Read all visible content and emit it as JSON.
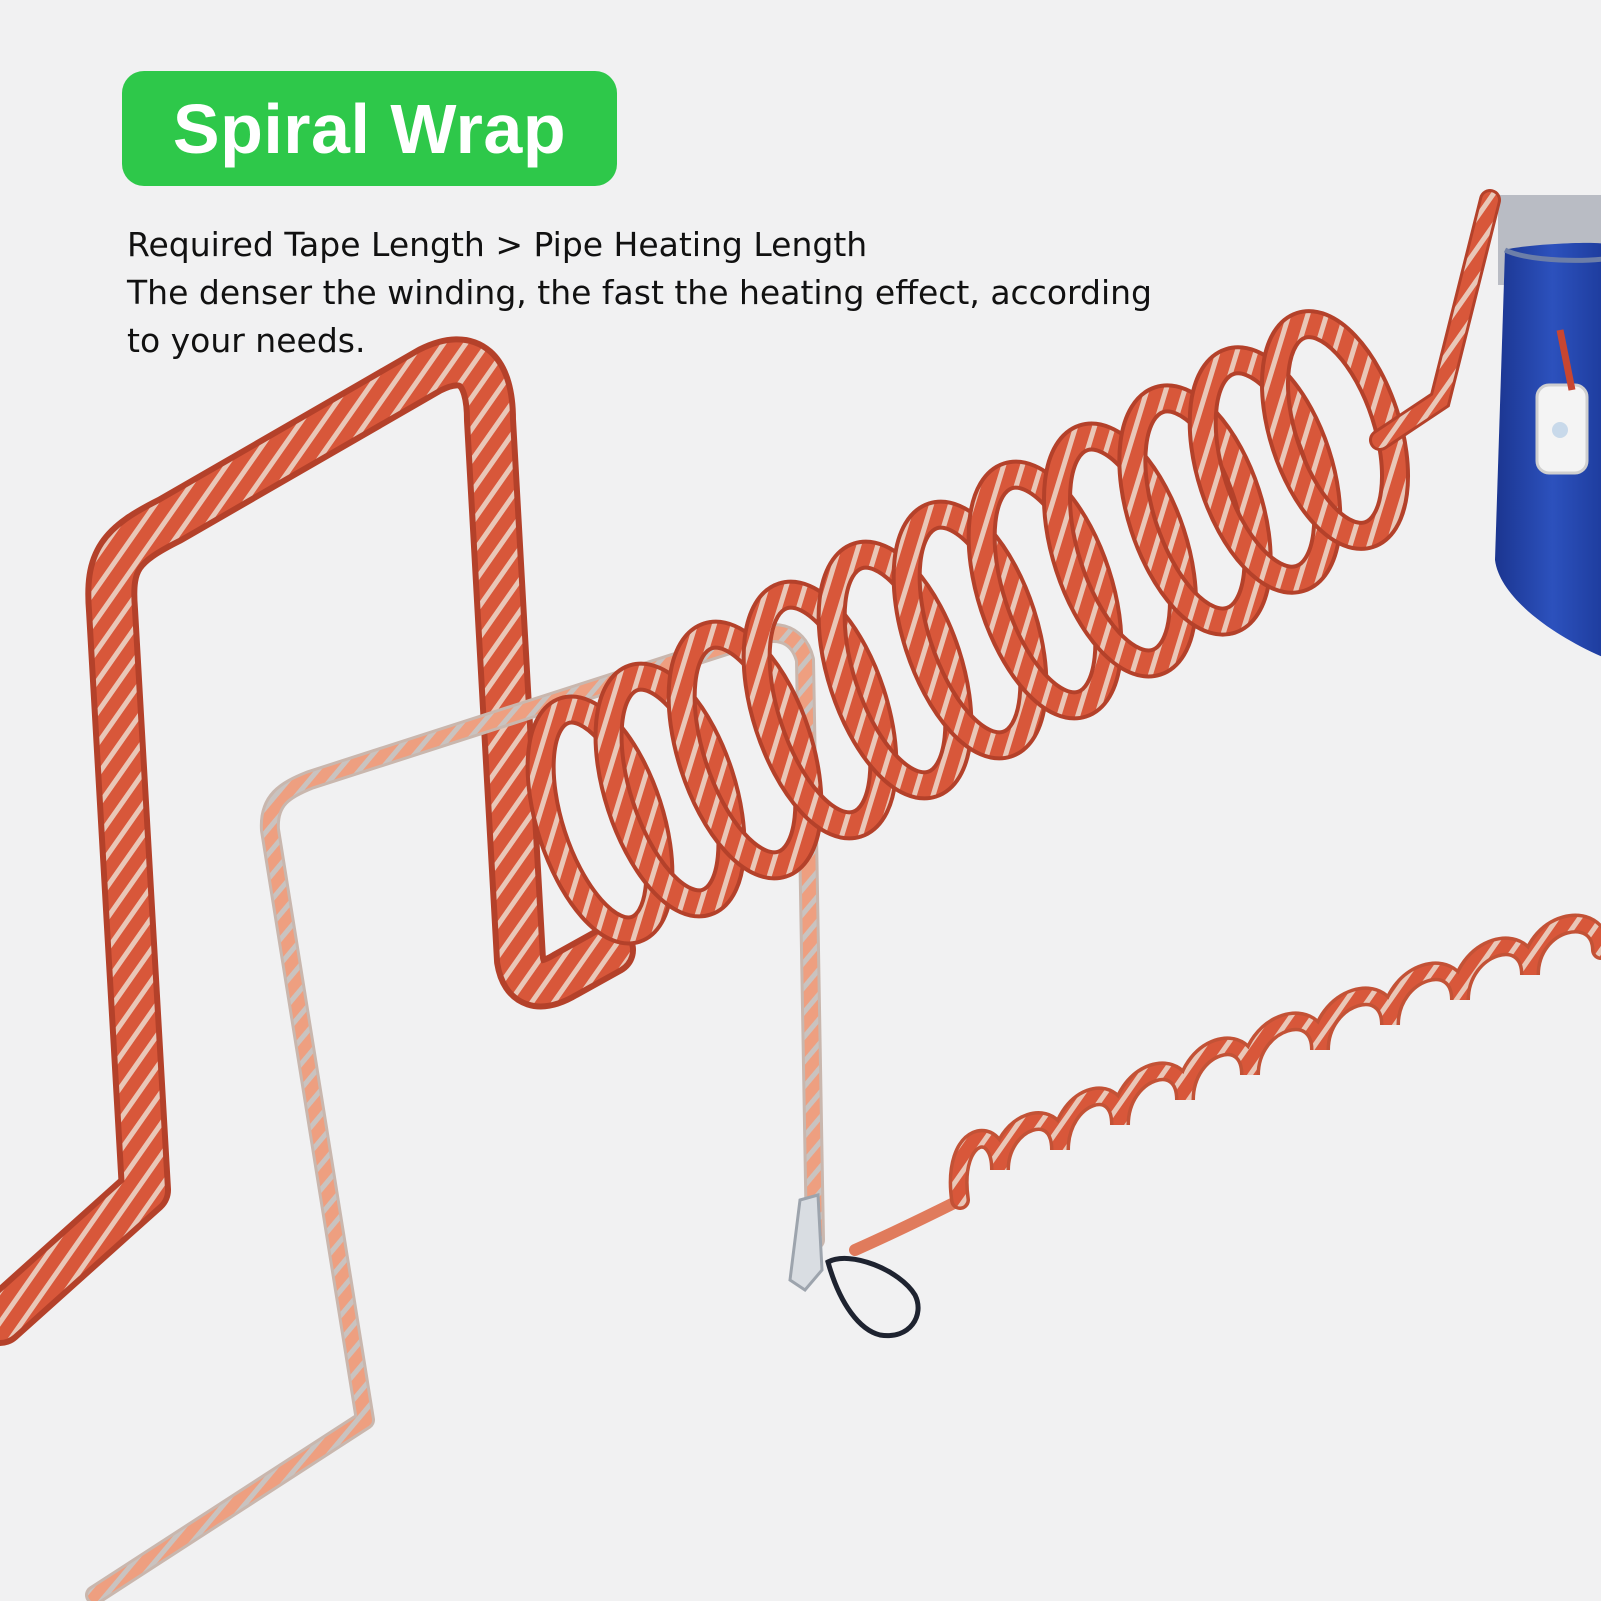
{
  "badge": {
    "title": "Spiral Wrap",
    "color": "#2ec84a"
  },
  "description": {
    "lines": [
      "Required Tape Length > Pipe Heating Length",
      "The denser the winding, the fast the heating effect, according",
      "to your needs."
    ]
  },
  "colors": {
    "background": "#f1f1f2",
    "tape": "#d8573a",
    "tape_light": "#ee9f80",
    "tape_dark": "#a93a24",
    "drum": "#2545a8"
  }
}
